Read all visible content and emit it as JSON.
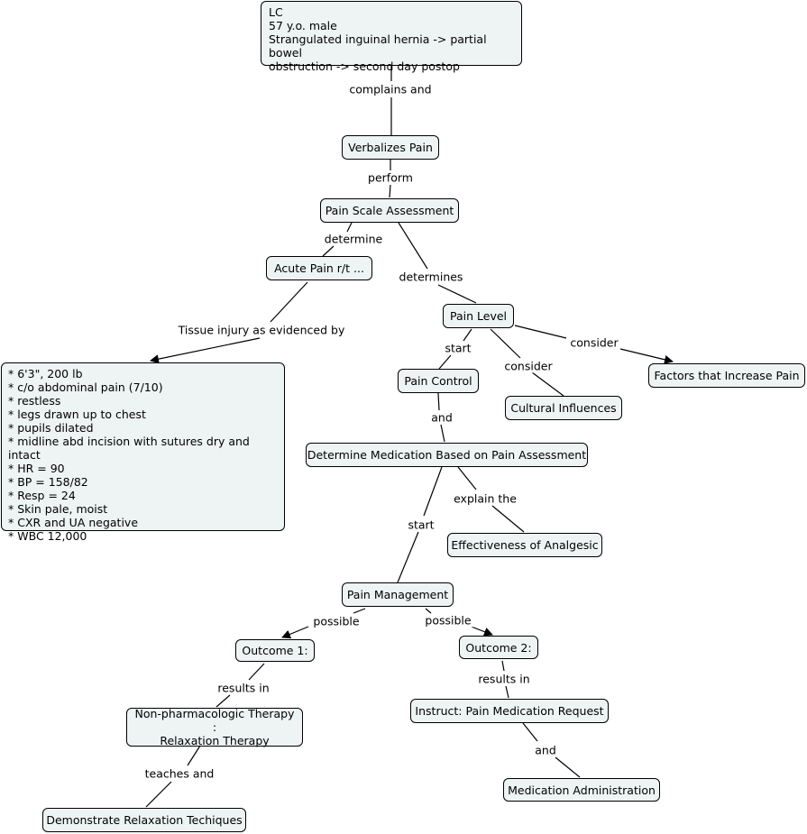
{
  "nodes": {
    "patient": "LC\n57 y.o. male\nStrangulated inguinal hernia -> partial bowel\nobstruction -> second day postop",
    "verbalizes": "Verbalizes Pain",
    "scale": "Pain Scale Assessment",
    "acute": "Acute Pain r/t ...",
    "evidence": "* 6'3\", 200 lb\n* c/o abdominal pain (7/10)\n* restless\n* legs drawn up to chest\n* pupils dilated\n* midline abd incision with sutures dry and intact\n* HR = 90\n* BP = 158/82\n* Resp = 24\n* Skin pale, moist\n* CXR and UA negative\n* WBC 12,000",
    "level": "Pain Level",
    "control": "Pain Control",
    "cultural": "Cultural Influences",
    "factors": "Factors that Increase Pain",
    "determine_med": "Determine Medication Based on Pain Assessment",
    "effectiveness": "Effectiveness of Analgesic",
    "management": "Pain Management",
    "outcome1": "Outcome 1:",
    "outcome2": "Outcome 2:",
    "nonpharm": "Non-pharmacologic Therapy :\nRelaxation Therapy",
    "instruct": "Instruct: Pain Medication Request",
    "demonstrate": "Demonstrate Relaxation Techiques",
    "administration": "Medication Administration"
  },
  "links": {
    "complains": "complains and",
    "perform": "perform",
    "determine": "determine",
    "determines": "determines",
    "tissue": "Tissue injury as evidenced by",
    "start1": "start",
    "consider1": "consider",
    "consider2": "consider",
    "and1": "and",
    "explain": "explain the",
    "start2": "start",
    "possible1": "possible",
    "possible2": "possible",
    "results1": "results in",
    "results2": "results in",
    "teaches": "teaches and",
    "and2": "and"
  }
}
